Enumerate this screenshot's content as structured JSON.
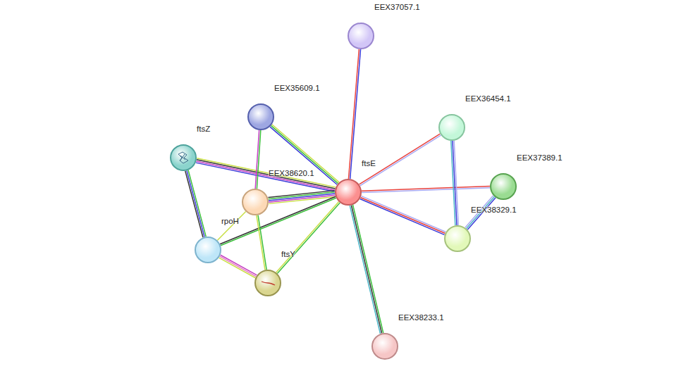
{
  "diagram": {
    "nodes": [
      {
        "text": [
          "EEX37057.1"
        ]
      },
      {
        "text": [
          "EEX35609.1"
        ]
      },
      {
        "text": [
          "EEX36454.1"
        ]
      },
      {
        "text": [
          "ftsZ"
        ]
      },
      {
        "text": [
          "ftsE"
        ]
      },
      {
        "text": [
          "EEX37389.1"
        ]
      },
      {
        "text": [
          "EEX38620.1"
        ]
      },
      {
        "text": [
          "EEX38329.1"
        ]
      },
      {
        "text": [
          "rpoH"
        ]
      },
      {
        "text": [
          "ftsY"
        ]
      },
      {
        "text": [
          "EEX38233.1"
        ]
      }
    ],
    "edges": [
      {
        "from": 4,
        "to": 0,
        "arrow": "none"
      },
      {
        "from": 4,
        "to": 1,
        "arrow": "none"
      },
      {
        "from": 4,
        "to": 3,
        "arrow": "none"
      },
      {
        "from": 4,
        "to": 6,
        "arrow": "none"
      },
      {
        "from": 4,
        "to": 8,
        "arrow": "none"
      },
      {
        "from": 4,
        "to": 9,
        "arrow": "none"
      },
      {
        "from": 4,
        "to": 2,
        "arrow": "none"
      },
      {
        "from": 4,
        "to": 5,
        "arrow": "none"
      },
      {
        "from": 4,
        "to": 7,
        "arrow": "none"
      },
      {
        "from": 4,
        "to": 10,
        "arrow": "none"
      },
      {
        "from": 1,
        "to": 6,
        "arrow": "none"
      },
      {
        "from": 3,
        "to": 8,
        "arrow": "none"
      },
      {
        "from": 6,
        "to": 8,
        "arrow": "none"
      },
      {
        "from": 6,
        "to": 9,
        "arrow": "none"
      },
      {
        "from": 8,
        "to": 9,
        "arrow": "none"
      },
      {
        "from": 2,
        "to": 7,
        "arrow": "none"
      },
      {
        "from": 5,
        "to": 7,
        "arrow": "none"
      }
    ]
  }
}
